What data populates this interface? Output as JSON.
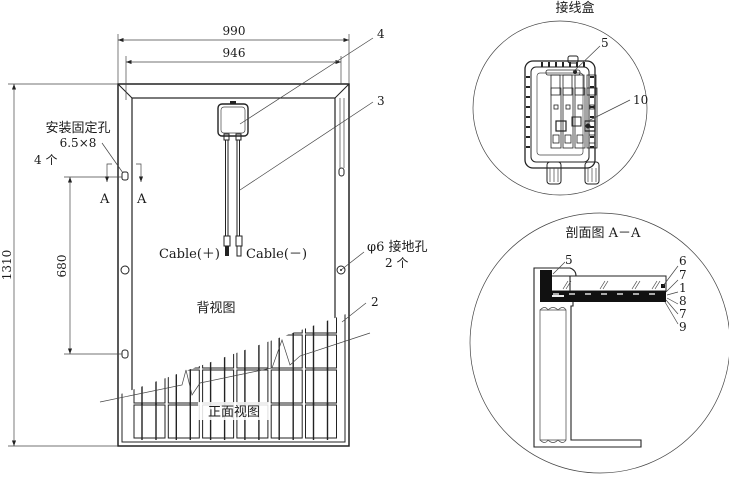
{
  "diagram": {
    "back_view": {
      "title": "背视图",
      "front_view_title": "正面视图",
      "dimensions": {
        "outer_width": "990",
        "inner_width": "946",
        "height": "1310",
        "hole_spacing": "680"
      },
      "mounting_hole": {
        "label": "安装固定孔",
        "size": "6.5×8",
        "count": "4 个"
      },
      "ground_hole": {
        "label": "φ6 接地孔",
        "count": "2 个"
      },
      "section_markers": [
        "A",
        "A"
      ],
      "cables": {
        "positive": "Cable(＋)",
        "negative": "Cable(－)"
      },
      "callouts": [
        "4",
        "3",
        "2"
      ]
    },
    "junction_box": {
      "title": "接线盒",
      "callouts": [
        "5",
        "10"
      ]
    },
    "section_view": {
      "title": "剖面图 A－A",
      "callouts": [
        "5",
        "6",
        "7",
        "1",
        "8",
        "7",
        "9"
      ]
    }
  }
}
